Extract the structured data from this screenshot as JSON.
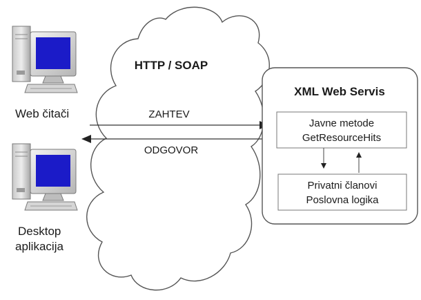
{
  "clients": {
    "browser_label": "Web čitači",
    "desktop_label_line1": "Desktop",
    "desktop_label_line2": "aplikacija"
  },
  "cloud": {
    "title": "HTTP / SOAP",
    "request_label": "ZAHTEV",
    "response_label": "ODGOVOR"
  },
  "service": {
    "title": "XML Web Servis",
    "public_box": {
      "line1": "Javne metode",
      "line2": "GetResourceHits"
    },
    "private_box": {
      "line1": "Privatni članovi",
      "line2": "Poslovna logika"
    }
  }
}
